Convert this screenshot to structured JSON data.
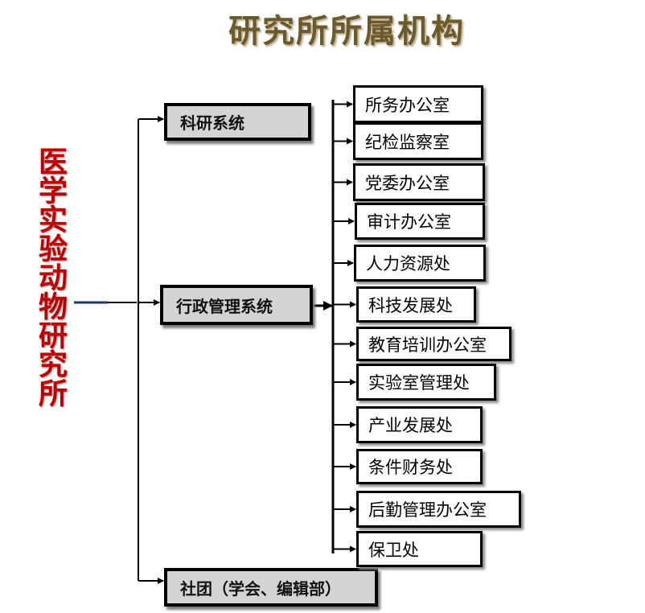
{
  "title": "研究所所属机构",
  "root": "医学实验动物研究所",
  "systems": {
    "research": "科研系统",
    "admin": "行政管理系统",
    "society": "社团（学会、编辑部）"
  },
  "departments": [
    "所务办公室",
    "纪检监察室",
    "党委办公室",
    "审计办公室",
    "人力资源处",
    "科技发展处",
    "教育培训办公室",
    "实验室管理处",
    "产业发展处",
    "条件财务处",
    "后勤管理办公室",
    "保卫处"
  ],
  "colors": {
    "title": "#6b5a2c",
    "root": "#c00000",
    "system_box": "#d4d4d4",
    "connector_root": "#1f3a5f"
  }
}
